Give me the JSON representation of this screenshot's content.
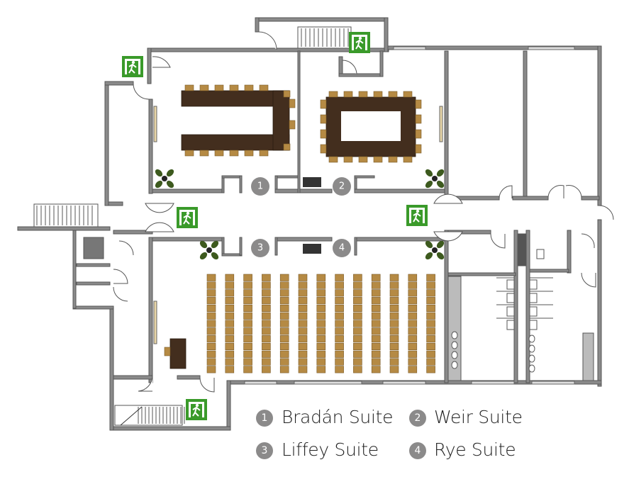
{
  "legend": {
    "items": [
      {
        "number": "1",
        "label": "Bradán Suite"
      },
      {
        "number": "2",
        "label": "Weir Suite"
      },
      {
        "number": "3",
        "label": "Liffey Suite"
      },
      {
        "number": "4",
        "label": "Rye Suite"
      }
    ]
  },
  "colors": {
    "wall": "#8a8a8a",
    "table": "#432e1e",
    "chair": "#b58a44",
    "exit_sign": "#3a9a2a",
    "room_marker": "#8b8a8a",
    "plant": "#3d5a1e"
  },
  "icons": [
    "emergency-exit-icon",
    "plant-icon",
    "stairs-icon",
    "door-icon",
    "toilet-icon",
    "sink-icon"
  ]
}
